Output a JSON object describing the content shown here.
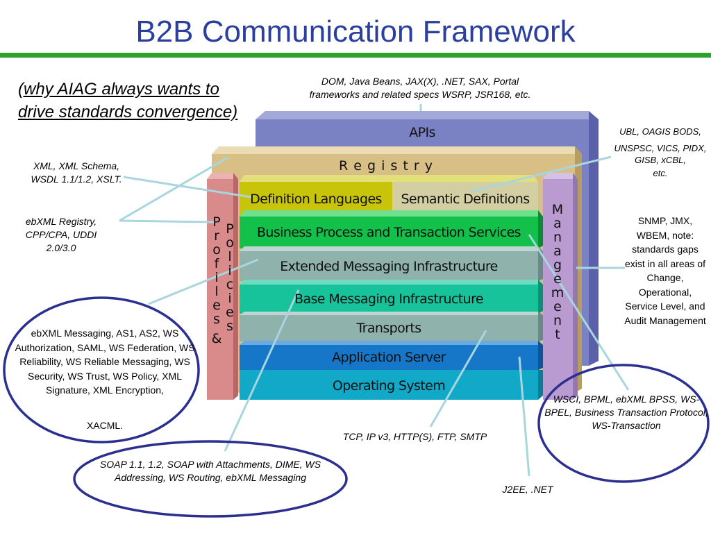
{
  "title": "B2B Communication Framework",
  "subtitle": "(why AIAG always wants to drive standards convergence)",
  "layers": {
    "apis": "APIs",
    "registry": "R e g i s t r y",
    "definition_languages": "Definition Languages",
    "semantic_definitions": "Semantic Definitions",
    "business_process": "Business Process and Transaction Services",
    "extended_messaging": "Extended Messaging Infrastructure",
    "base_messaging": "Base Messaging Infrastructure",
    "transports": "Transports",
    "application_server": "Application Server",
    "operating_system": "Operating System",
    "profiles": [
      "P",
      "r",
      "o",
      "f",
      "i",
      "l",
      "e",
      "s",
      "&"
    ],
    "policies": [
      "P",
      "o",
      "l",
      "i",
      "c",
      "i",
      "e",
      "s"
    ],
    "management": [
      "M",
      "a",
      "n",
      "a",
      "g",
      "e",
      "m",
      "e",
      "n",
      "t"
    ]
  },
  "notes": {
    "apis_specs": "DOM, Java Beans, JAX(X), .NET, SAX, Portal frameworks and related specs WSRP, JSR168, etc.",
    "ubl_line1": "UBL, OAGIS BODS,",
    "ubl_line2": "UNSPSC, VICS, PIDX, GISB, xCBL,",
    "ubl_line3": "etc.",
    "xml_specs": "XML, XML Schema, WSDL 1.1/1.2, XSLT.",
    "ebxml_registry": "ebXML Registry, CPP/CPA, UDDI 2.0/3.0",
    "snmp": "SNMP, JMX, WBEM, note: standards gaps exist in all areas of Change, Operational, Service Level, and Audit Management",
    "ebxml_messaging": "ebXML Messaging, AS1, AS2, WS Authorization, SAML, WS Federation, WS Reliability, WS Reliable Messaging, WS Security, WS Trust, WS Policy, XML Signature, XML Encryption,",
    "xacml": "XACML.",
    "wsci": "WSCI, BPML, ebXML BPSS, WS-BPEL, Business Transaction Protocol, WS-Transaction",
    "tcp": "TCP, IP v3, HTTP(S), FTP, SMTP",
    "soap": "SOAP 1.1, 1.2, SOAP with Attachments, DIME, WS Addressing, WS Routing, ebXML Messaging",
    "j2ee": "J2EE, .NET"
  },
  "colors": {
    "title": "#2a3fa0",
    "rule": "#29a329",
    "apis": "#7b82c4",
    "registry": "#d8bf86",
    "profiles": "#d98a8a",
    "management": "#b99bd2",
    "definition": "#c8c40a",
    "semantic": "#d3cfa2",
    "business": "#12c04a",
    "extended": "#8fb2ad",
    "base": "#17c39a",
    "transports": "#8fb2ad",
    "appserver": "#1676c8",
    "os": "#12a8c8",
    "ellipse": "#2b2f8f",
    "connector": "#a9d6de"
  }
}
